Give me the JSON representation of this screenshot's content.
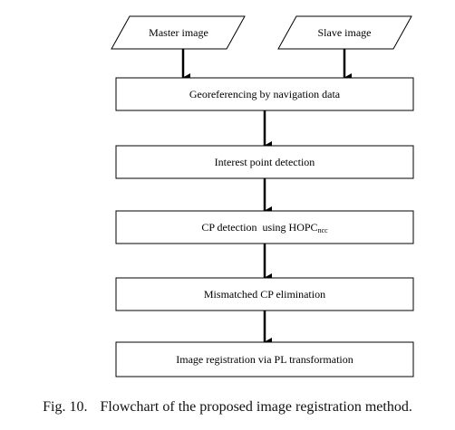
{
  "inputs": [
    {
      "label": "Master image"
    },
    {
      "label": "Slave image"
    }
  ],
  "steps": [
    {
      "label": "Georeferencing by navigation data"
    },
    {
      "label": "Interest point detection"
    },
    {
      "label": "CP detection  using HOPC",
      "subscript": "ncc"
    },
    {
      "label": "Mismatched CP elimination"
    },
    {
      "label": "Image registration via PL transformation"
    }
  ],
  "caption": {
    "number": "Fig. 10.",
    "text": "Flowchart of the proposed image registration method."
  }
}
